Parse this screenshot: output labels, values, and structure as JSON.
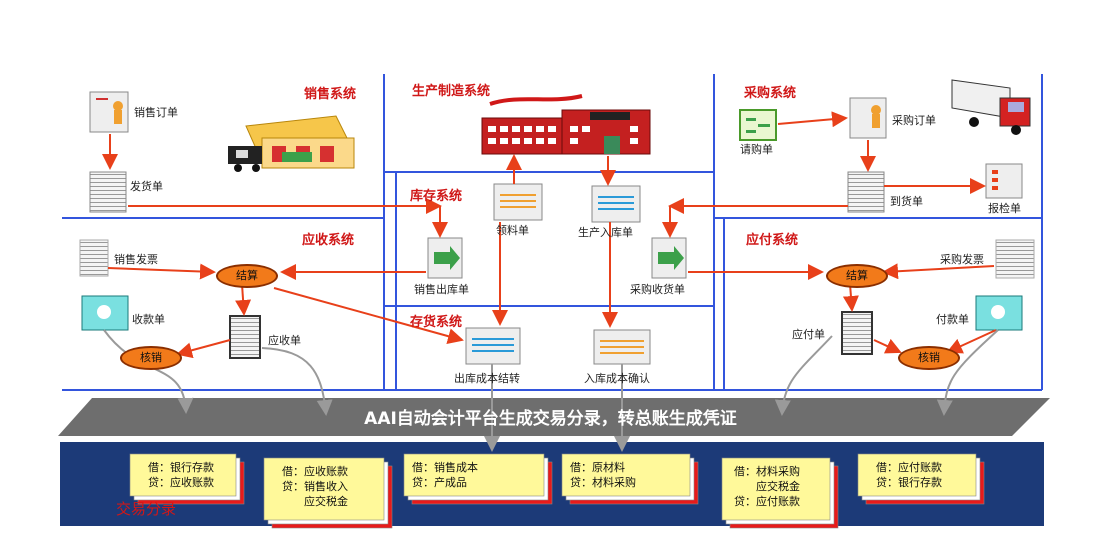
{
  "systems": {
    "sales": "销售系统",
    "production": "生产制造系统",
    "purchase": "采购系统",
    "inventory": "库存系统",
    "receivable": "应收系统",
    "payable": "应付系统",
    "stock": "存货系统"
  },
  "docs": {
    "sales_order": "销售订单",
    "delivery": "发货单",
    "requisition": "请购单",
    "purchase_order": "采购订单",
    "arrival": "到货单",
    "inspection": "报检单",
    "material_req": "领料单",
    "production_in": "生产入库单",
    "sales_out": "销售出库单",
    "purchase_receipt": "采购收货单",
    "sales_invoice": "销售发票",
    "receipt": "收款单",
    "receivable_doc": "应收单",
    "purchase_invoice": "采购发票",
    "payment": "付款单",
    "payable_doc": "应付单",
    "out_cost": "出库成本结转",
    "in_cost": "入库成本确认"
  },
  "nodes": {
    "settle_left": "结算",
    "settle_right": "结算",
    "writeoff_left": "核销",
    "writeoff_right": "核销"
  },
  "banner": "AAI自动会计平台生成交易分录，转总账生成凭证",
  "journal_title": "交易分录",
  "entries": [
    {
      "lines": [
        "借：银行存款",
        "贷：应收账款"
      ]
    },
    {
      "lines": [
        "借：应收账款",
        "贷：销售收入",
        "　　应交税金"
      ]
    },
    {
      "lines": [
        "借：销售成本",
        "贷：产成品"
      ]
    },
    {
      "lines": [
        "借：原材料",
        "贷：材料采购"
      ]
    },
    {
      "lines": [
        "借：材料采购",
        "　　应交税金",
        "贷：应付账款"
      ]
    },
    {
      "lines": [
        "借：应付账款",
        "贷：银行存款"
      ]
    }
  ],
  "colors": {
    "divider": "#3355dd",
    "arrow": "#e8401a",
    "title": "#d01818",
    "navy": "#1c3a78",
    "band": "#6e6e6e",
    "note": "#fff99a",
    "oval": "#f27a1a"
  }
}
